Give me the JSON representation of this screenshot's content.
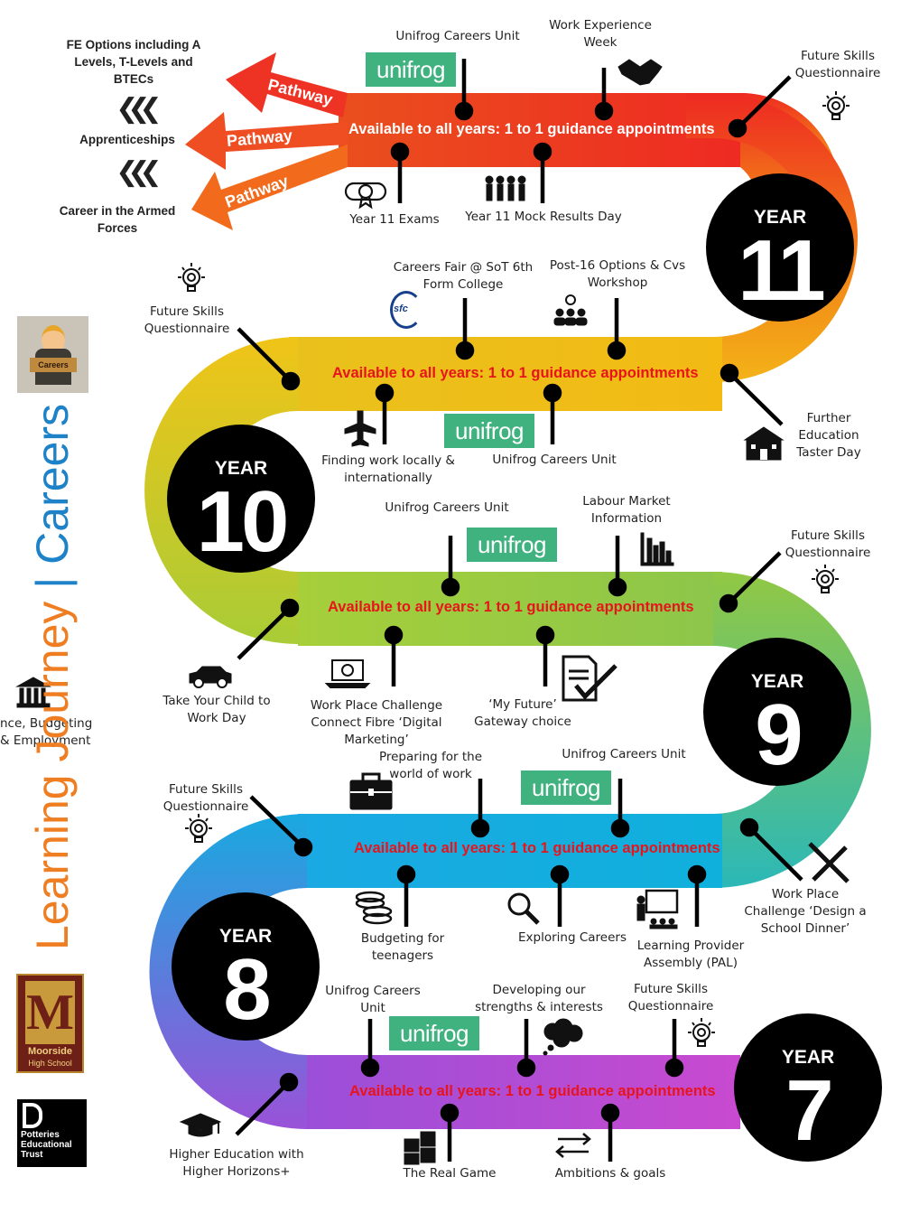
{
  "side_title": {
    "part1": "Learning Journey",
    "sep": " | ",
    "part2": "Careers"
  },
  "pathways": {
    "label": "Pathway",
    "options": [
      "FE Options including A Levels, T-Levels and BTECs",
      "Apprenticeships",
      "Career in the Armed Forces"
    ],
    "chevrons": "❮❮❮"
  },
  "banner_text": "Available to all years: 1 to 1 guidance appointments",
  "unifrog_logo": "unifrog",
  "years": {
    "y11": {
      "word": "YEAR",
      "num": "11",
      "above": [
        "Unifrog Careers Unit",
        "Work Experience Week",
        "Future Skills Questionnaire"
      ],
      "below": [
        "Year 11 Exams",
        "Year 11 Mock Results Day"
      ]
    },
    "y10": {
      "word": "YEAR",
      "num": "10",
      "above": [
        "Future Skills Questionnaire",
        "Careers Fair @ SoT 6th Form College",
        "Post-16 Options & Cvs Workshop"
      ],
      "below": [
        "Finding work locally & internationally",
        "Unifrog Careers Unit",
        "Further Education Taster Day"
      ]
    },
    "y9": {
      "word": "YEAR",
      "num": "9",
      "above": [
        "Unifrog Careers Unit",
        "Labour Market Information",
        "Future Skills Questionnaire"
      ],
      "below": [
        "Take Your Child to Work Day",
        "Work Place Challenge Connect Fibre ‘Digital Marketing’",
        "‘My Future’ Gateway choice"
      ]
    },
    "y8": {
      "word": "YEAR",
      "num": "8",
      "above": [
        "Future Skills Questionnaire",
        "Preparing for the world of work",
        "Unifrog Careers Unit"
      ],
      "below": [
        "Budgeting for teenagers",
        "Exploring Careers",
        "Learning Provider Assembly (PAL)",
        "Work Place Challenge ‘Design a School Dinner’"
      ]
    },
    "y7": {
      "word": "YEAR",
      "num": "7",
      "above": [
        "Unifrog Careers Unit",
        "Developing our strengths & interests",
        "Future Skills Questionnaire"
      ],
      "below": [
        "Higher Education with Higher Horizons+",
        "The Real Game",
        "Ambitions & goals"
      ]
    }
  },
  "left_partial_label": "nce, Budgeting & Employment",
  "careers_badge": "Careers",
  "school_logo": {
    "line1": "Moorside",
    "line2": "High School"
  },
  "trust_logo": {
    "line1": "Potteries",
    "line2": "Educational",
    "line3": "Trust"
  },
  "sfc_logo": "sfc",
  "colors": {
    "y11": "#ee3324",
    "y10": "#f3c018",
    "y9": "#92c843",
    "y8": "#17a8e1",
    "y7": "#a54ad6",
    "banner_red": "#e8141c",
    "banner_white": "#ffffff",
    "unifrog_green": "#3fb27f",
    "title_orange": "#ef7d22",
    "title_blue": "#1e82c8"
  }
}
